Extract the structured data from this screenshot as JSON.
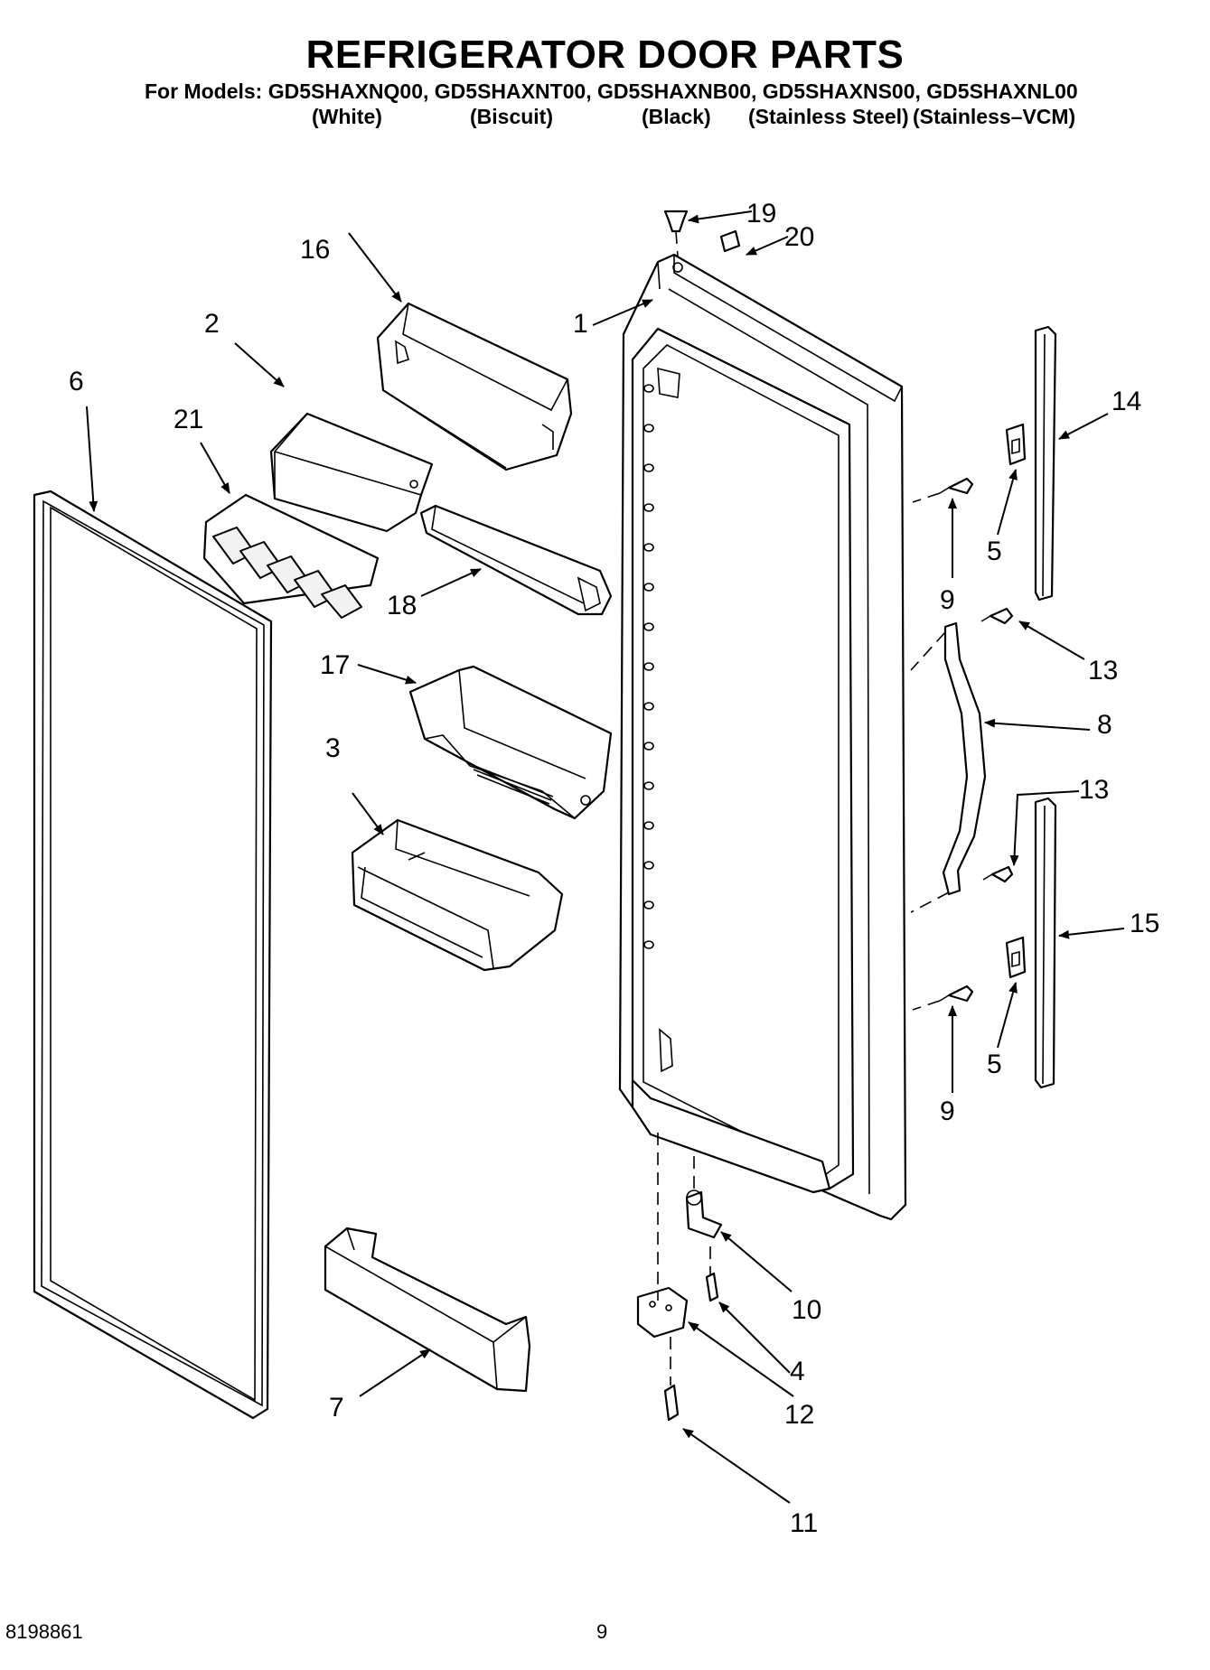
{
  "header": {
    "title": "REFRIGERATOR DOOR PARTS",
    "models_line": "For Models: GD5SHAXNQ00, GD5SHAXNT00, GD5SHAXNB00, GD5SHAXNS00, GD5SHAXNL00",
    "finishes": [
      "(White)",
      "(Biscuit)",
      "(Black)",
      "(Stainless Steel)",
      "(Stainless–VCM)"
    ]
  },
  "callouts": [
    "1",
    "2",
    "3",
    "4",
    "5",
    "5",
    "6",
    "7",
    "8",
    "9",
    "9",
    "10",
    "11",
    "12",
    "13",
    "13",
    "14",
    "15",
    "16",
    "17",
    "18",
    "19",
    "20",
    "21"
  ],
  "footer": {
    "doc_number": "8198861",
    "page_number": "9"
  }
}
